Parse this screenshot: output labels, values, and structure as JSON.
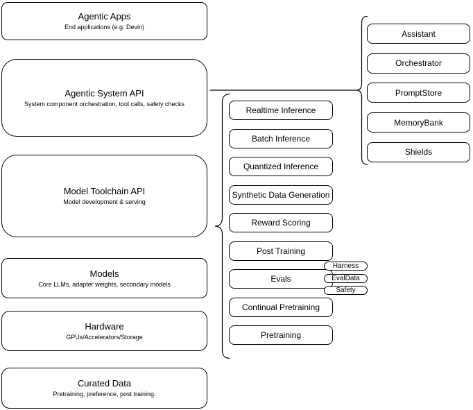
{
  "left_column": [
    {
      "title": "Agentic Apps",
      "subtitle": "End applications (e.g. Devin)"
    },
    {
      "title": "Agentic System API",
      "subtitle": "System component orchestration, tool calls, safety checks"
    },
    {
      "title": "Model Toolchain API",
      "subtitle": "Model development & serving"
    },
    {
      "title": "Models",
      "subtitle": "Core LLMs, adapter weights, secondary models"
    },
    {
      "title": "Hardware",
      "subtitle": "GPUs/Accelerators/Storage"
    },
    {
      "title": "Curated Data",
      "subtitle": "Pretraining, preference, post training."
    }
  ],
  "middle_column": [
    "Realtime Inference",
    "Batch Inference",
    "Quantized Inference",
    "Synthetic Data Generation",
    "Reward Scoring",
    "Post Training",
    "Evals",
    "Continual Pretraining",
    "Pretraining"
  ],
  "right_column": [
    "Assistant",
    "Orchestrator",
    "PromptStore",
    "MemoryBank",
    "Shields"
  ],
  "eval_badges": [
    "Harness",
    "EvalData",
    "Safety"
  ],
  "colors": {
    "stroke": "#000000",
    "fill": "#ffffff",
    "text": "#000000"
  }
}
